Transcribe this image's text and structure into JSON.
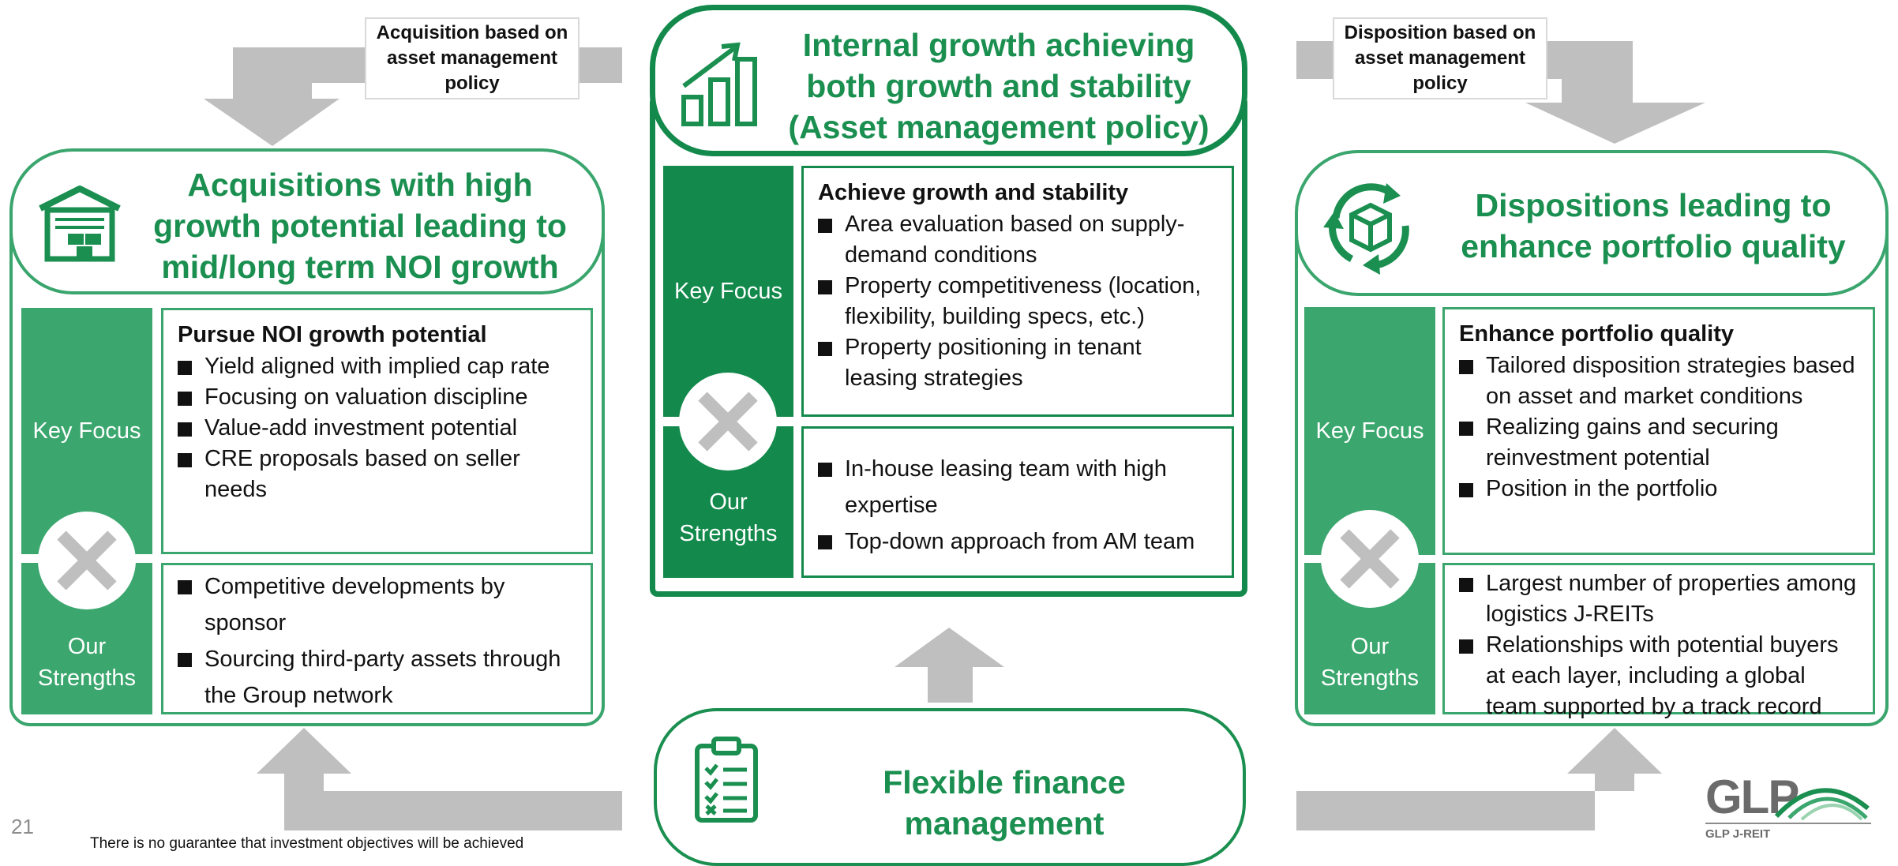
{
  "top_left_label": "Acquisition based on asset management policy",
  "top_right_label": "Disposition based on asset management policy",
  "center": {
    "title": "Internal growth achieving both growth and stability (Asset management policy)",
    "key_focus_label": "Key Focus",
    "strengths_label": "Our Strengths",
    "focus_heading": "Achieve growth and stability",
    "focus_items": [
      "Area evaluation based on supply-demand conditions",
      "Property competitiveness (location, flexibility, building specs, etc.)",
      "Property positioning in tenant leasing strategies"
    ],
    "strength_items": [
      "In-house leasing team with high expertise",
      "Top-down approach from AM team"
    ]
  },
  "left": {
    "title": "Acquisitions with high growth potential leading to mid/long term NOI growth",
    "key_focus_label": "Key Focus",
    "strengths_label": "Our Strengths",
    "focus_heading": "Pursue NOI growth potential",
    "focus_items": [
      "Yield aligned with implied cap rate",
      "Focusing on valuation discipline",
      "Value-add investment potential",
      "CRE proposals based on seller needs"
    ],
    "strength_items": [
      "Competitive developments by sponsor",
      "Sourcing third-party assets through the Group network"
    ]
  },
  "right": {
    "title": "Dispositions leading to enhance portfolio quality",
    "key_focus_label": "Key Focus",
    "strengths_label": "Our Strengths",
    "focus_heading": "Enhance portfolio quality",
    "focus_items": [
      "Tailored disposition strategies based on asset and market conditions",
      "Realizing gains and securing reinvestment potential",
      "Position in the portfolio"
    ],
    "strength_items": [
      "Largest number of properties among logistics J-REITs",
      "Relationships with potential buyers at each layer, including a global team supported by a track record"
    ]
  },
  "bottom": {
    "title": "Flexible finance management"
  },
  "page_number": "21",
  "disclaimer": "There is no guarantee that investment objectives will be achieved",
  "logo": {
    "name": "GLP",
    "sub": "GLP J-REIT"
  },
  "colors": {
    "green": "#1a8f50",
    "dark_green": "#138a4c",
    "mid_green": "#3ba76e",
    "gray_arrow": "#bfbfbf"
  }
}
